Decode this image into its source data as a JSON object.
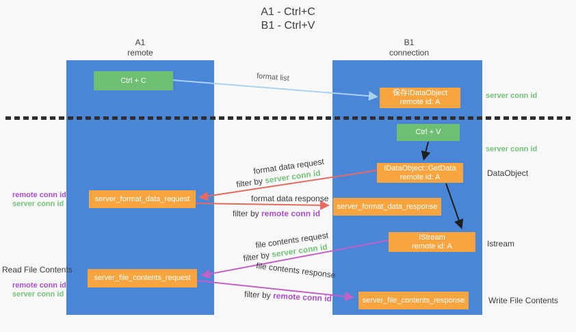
{
  "title": {
    "line1": "A1 - Ctrl+C",
    "line2": "B1 - Ctrl+V"
  },
  "lanes": {
    "left": {
      "name": "A1",
      "subtitle": "remote"
    },
    "right": {
      "name": "B1",
      "subtitle": "connection"
    }
  },
  "boxes": {
    "ctrl_c": {
      "label": "Ctrl + C"
    },
    "save_idataobject": {
      "line1": "保存IDataObject",
      "line2": "remote id: A"
    },
    "ctrl_v": {
      "label": "Ctrl + V"
    },
    "getdata": {
      "line1": "IDataObject::GetData",
      "line2": "remote id: A"
    },
    "server_format_data_request": {
      "label": "server_format_data_request"
    },
    "server_format_data_response": {
      "label": "server_format_data_response"
    },
    "istream": {
      "line1": "IStream",
      "line2": "remote id: A"
    },
    "server_file_contents_request": {
      "label": "server_file_contents_request"
    },
    "server_file_contents_response": {
      "label": "server_file_contents_response"
    }
  },
  "flow_labels": {
    "format_list": "format list",
    "format_data_request": "format data request",
    "filter_server_1": {
      "prefix": "filter by ",
      "highlight": "server conn id"
    },
    "format_data_response": "format data response",
    "filter_remote_1": {
      "prefix": "filter by ",
      "highlight": "remote conn id"
    },
    "file_contents_request": "file contents request",
    "filter_server_2": {
      "prefix": "filter by ",
      "highlight": "server conn id"
    },
    "file_contents_response": "file contents response",
    "filter_remote_2": {
      "prefix": "filter by ",
      "highlight": "remote conn id"
    }
  },
  "side_labels": {
    "left": {
      "remote_conn_id_1": "remote conn id",
      "server_conn_id_1": "server conn id",
      "read_file_contents": "Read File Contents",
      "remote_conn_id_2": "remote conn id",
      "server_conn_id_2": "server conn id"
    },
    "right": {
      "server_conn_id_top": "server conn id",
      "server_conn_id_mid": "server conn id",
      "dataobject": "DataObject",
      "istream": "Istream",
      "write_file_contents": "Write File Contents"
    }
  },
  "colors": {
    "lane_blue": "#4a86d8",
    "box_green": "#6fbf73",
    "box_orange": "#f9a53f",
    "green_text": "#72c277",
    "purple_text": "#a94fc9",
    "arrow_blue": "#a9d2f0",
    "arrow_salmon": "#e8695e",
    "arrow_magenta": "#c35fc5",
    "arrow_black": "#1f1f1f"
  }
}
